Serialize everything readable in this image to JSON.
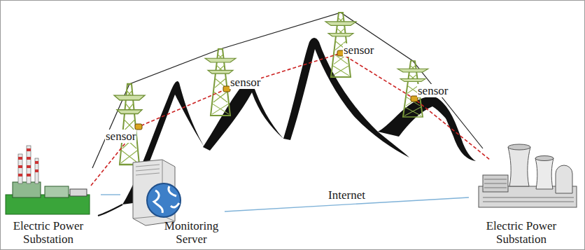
{
  "diagram": {
    "nodes": [
      {
        "text": [
          "Electric Power Substation"
        ]
      },
      {
        "text": [
          "Monitoring Server"
        ]
      },
      {
        "text": [
          "Electric Power Substation"
        ]
      }
    ],
    "edges": [
      {
        "from": 0,
        "to": 1,
        "arrow": "none"
      },
      {
        "from": 1,
        "to": 2,
        "label": "Internet",
        "arrow": "none"
      }
    ],
    "labels": [
      "sensor",
      "sensor",
      "sensor",
      "sensor"
    ]
  }
}
